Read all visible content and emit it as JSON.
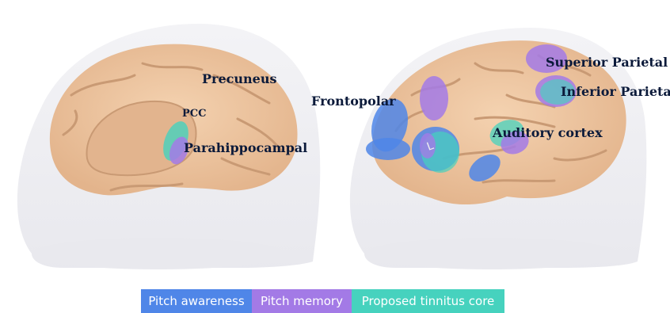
{
  "labels": {
    "precuneus": "Precuneus",
    "pcc": "PCC",
    "parahippocampal": "Parahippocampal",
    "frontopolar": "Frontopolar",
    "superior_parietal": "Superior Parietal",
    "inferior_parietal": "Inferior Parietal",
    "auditory_cortex": "Auditory cortex",
    "hemisphere_marker": "L"
  },
  "legend": [
    {
      "label": "Pitch awareness",
      "color": "#4f86e8"
    },
    {
      "label": "Pitch memory",
      "color": "#a37ae6"
    },
    {
      "label": "Proposed tinnitus core",
      "color": "#46d2be"
    }
  ],
  "colors": {
    "brain": "#f0c7a0",
    "sulcus": "#c99a74",
    "head": "#ededf2",
    "pitch_awareness": "#4f86e8",
    "pitch_memory": "#a37ae6",
    "tinnitus_core": "#46d2be"
  }
}
